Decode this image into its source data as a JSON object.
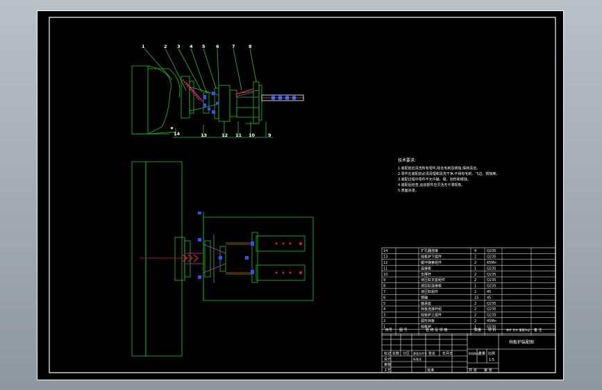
{
  "colors": {
    "background": "#000000",
    "frame": "#ffffff",
    "outline": "#22c322",
    "accent_red": "#e02020",
    "accent_blue": "#3050ff",
    "magenta": "#e020e0"
  },
  "balloons_top": [
    "1",
    "2",
    "3",
    "4",
    "5",
    "6",
    "7",
    "8"
  ],
  "balloons_bottom": [
    "14",
    "13",
    "12",
    "11",
    "10",
    "9"
  ],
  "notes": {
    "title": "技术要求:",
    "items": [
      "1.装配前应清洗所有零件,除去毛刺及锈蚀,保持清洁。",
      "2.零件在装配前必须清理和清洗干净,不得有毛刺、飞边、锈蚀等。",
      "3.装配过程中零件不允许磕、碰、划伤和锈蚀。",
      "4.装配后检查,运动部件应灵活无卡滞现象。",
      "5.表面涂漆。"
    ]
  },
  "bom": [
    {
      "no": "14",
      "name": "扩孔器连接",
      "qty": "4",
      "mat": "Q235"
    },
    {
      "no": "13",
      "name": "挡板护下组件",
      "qty": "2",
      "mat": "Q235"
    },
    {
      "no": "12",
      "name": "缓冲弹簧组件",
      "qty": "2",
      "mat": "65Mn"
    },
    {
      "no": "11",
      "name": "连接板",
      "qty": "1",
      "mat": "Q235"
    },
    {
      "no": "10",
      "name": "支撑杆",
      "qty": "2",
      "mat": "Q235"
    },
    {
      "no": "9",
      "name": "液压缸支座组件",
      "qty": "2",
      "mat": "Q235"
    },
    {
      "no": "8",
      "name": "液压缸连接板",
      "qty": "1",
      "mat": "Q235"
    },
    {
      "no": "7",
      "name": "液压缸组件",
      "qty": "2",
      "mat": "45"
    },
    {
      "no": "6",
      "name": "销轴",
      "qty": "15",
      "mat": "45"
    },
    {
      "no": "5",
      "name": "轴承座",
      "qty": "2",
      "mat": "Q235"
    },
    {
      "no": "4",
      "name": "挡板连接杆组",
      "qty": "2",
      "mat": "Q235"
    },
    {
      "no": "3",
      "name": "挡板护上组件",
      "qty": "2",
      "mat": "Q235"
    },
    {
      "no": "2",
      "name": "弧形挡板",
      "qty": "2",
      "mat": "45Mn"
    },
    {
      "no": "1",
      "name": "挡板护",
      "qty": "1",
      "mat": "Q235"
    }
  ],
  "bom_header": {
    "no": "序号",
    "code": "图 号",
    "name": "名 称 及 规 格",
    "qty": "数量",
    "mat": "材 料",
    "weight": "单件 总计 重量(kg)",
    "remark": "备 注"
  },
  "title_block": {
    "drawing_title": "挡板护装配图",
    "labels": [
      "标记",
      "处数",
      "分区",
      "更改文件号",
      "签名",
      "年月日",
      "设计",
      "标准化",
      "阶段标记",
      "重量",
      "比例",
      "审核",
      "工艺",
      "批准",
      "共 张",
      "第 张"
    ],
    "scale": "1:5"
  }
}
